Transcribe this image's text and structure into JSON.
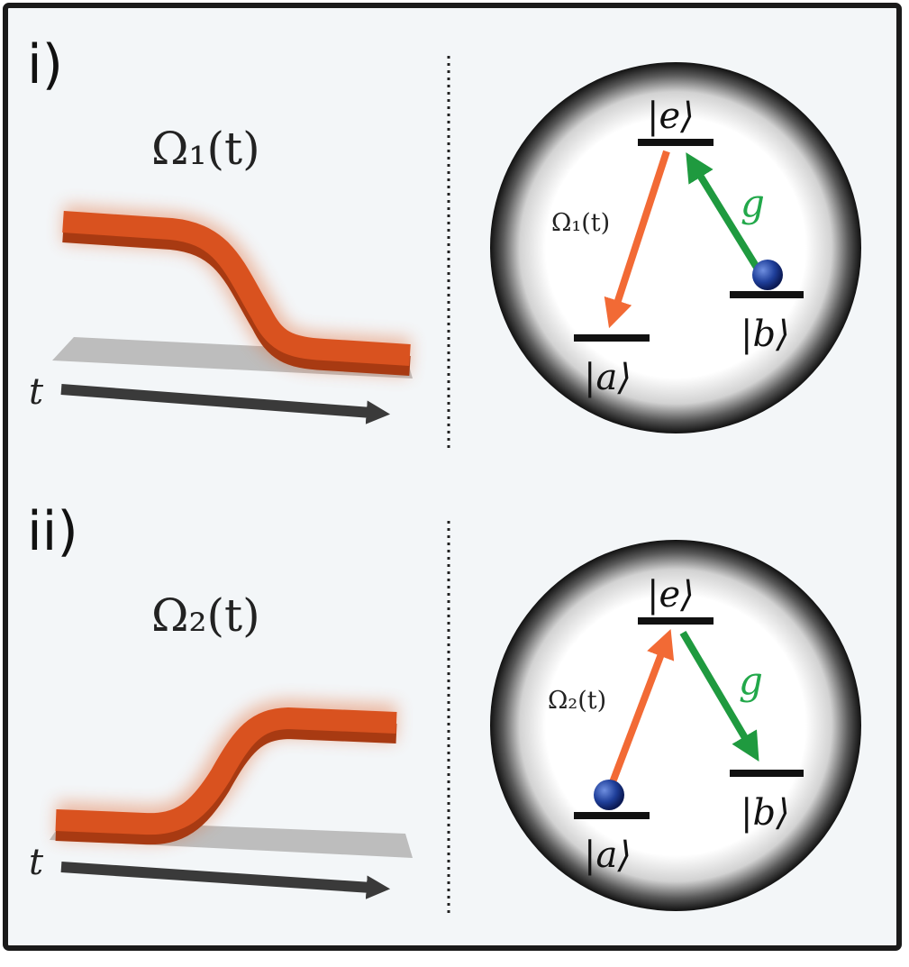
{
  "panels": [
    {
      "label": "i)",
      "pulse_title": "Ω₁(t)",
      "time_label": "t",
      "pulse_direction": "falling",
      "levels": {
        "excited": "|e⟩",
        "a": "|a⟩",
        "b": "|b⟩"
      },
      "laser_label": "Ω₁(t)",
      "coupling_label": "g",
      "atom_initial_state": "b"
    },
    {
      "label": "ii)",
      "pulse_title": "Ω₂(t)",
      "time_label": "t",
      "pulse_direction": "rising",
      "levels": {
        "excited": "|e⟩",
        "a": "|a⟩",
        "b": "|b⟩"
      },
      "laser_label": "Ω₂(t)",
      "coupling_label": "g",
      "atom_initial_state": "a"
    }
  ],
  "colors": {
    "pulse": "#d9521f",
    "laser_arrow": "#f26a35",
    "coupling_arrow": "#1f9a3f",
    "g_text": "#22a84a",
    "atom": "#1f3f9a",
    "level_line": "#111111",
    "frame": "#1a1a1a",
    "background": "#f3f6f8"
  }
}
